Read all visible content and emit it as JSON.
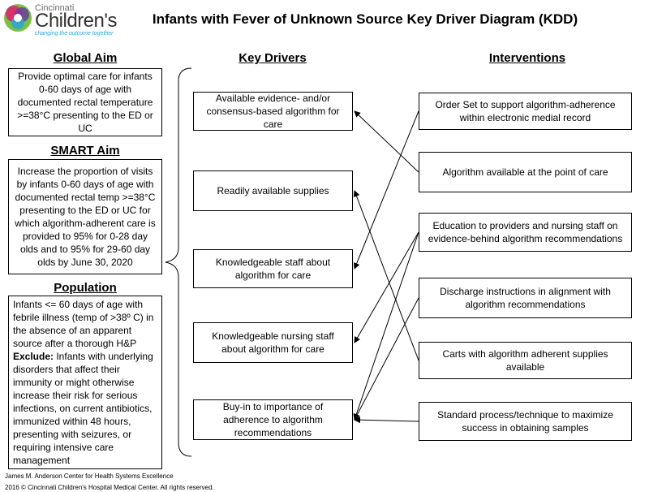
{
  "title": "Infants with Fever of Unknown Source Key Driver Diagram (KDD)",
  "logo": {
    "line1": "Cincinnati",
    "line2": "Children's",
    "tagline": "changing the outcome together"
  },
  "headers": {
    "global_aim": "Global Aim",
    "smart_aim": "SMART Aim",
    "population": "Population",
    "key_drivers": "Key Drivers",
    "interventions": "Interventions"
  },
  "global_aim_text": "Provide optimal care for infants 0-60 days of age with documented rectal temperature >=38°C presenting to the ED or UC",
  "smart_aim_text": "Increase the proportion of visits by infants 0-60 days of age with documented rectal temp >=38°C presenting to the ED or UC for which algorithm-adherent care is provided to 95% for 0-28 day olds and to 95% for 29-60 day olds by June 30, 2020",
  "population": {
    "text": "Infants <= 60 days of age with febrile illness (temp of >38º C) in the absence of an apparent source after a thorough H&P",
    "exclude_label": "Exclude:",
    "exclude_text": " Infants with underlying disorders that affect their immunity or might otherwise increase their risk for serious infections, on current antibiotics, immunized within 48 hours, presenting with seizures, or requiring intensive care management"
  },
  "key_drivers": [
    "Available evidence- and/or consensus-based algorithm for care",
    "Readily available supplies",
    "Knowledgeable staff about algorithm for care",
    "Knowledgeable nursing staff about algorithm for care",
    "Buy-in to importance of adherence to algorithm recommendations"
  ],
  "interventions": [
    "Order Set to support algorithm-adherence within electronic medial record",
    "Algorithm available at the point of care",
    "Education to providers and nursing staff on evidence-behind algorithm recommendations",
    "Discharge instructions in alignment with algorithm recommendations",
    "Carts with algorithm adherent supplies available",
    "Standard process/technique to maximize success in obtaining samples"
  ],
  "links": [
    {
      "from": 1,
      "to": 0
    },
    {
      "from": 0,
      "to": 2
    },
    {
      "from": 4,
      "to": 1
    },
    {
      "from": 2,
      "to": 3
    },
    {
      "from": 2,
      "to": 4
    },
    {
      "from": 3,
      "to": 4
    },
    {
      "from": 5,
      "to": 4
    }
  ],
  "footer": {
    "line1": "James M. Anderson Center for Health Systems Excellence",
    "line2": "2016 © Cincinnati Children's Hospital Medical Center. All rights reserved."
  },
  "colors": {
    "logo_pink": "#d6336c",
    "logo_blue": "#2aa5d8",
    "logo_green": "#7bc043",
    "logo_purple": "#6a3d9a"
  }
}
